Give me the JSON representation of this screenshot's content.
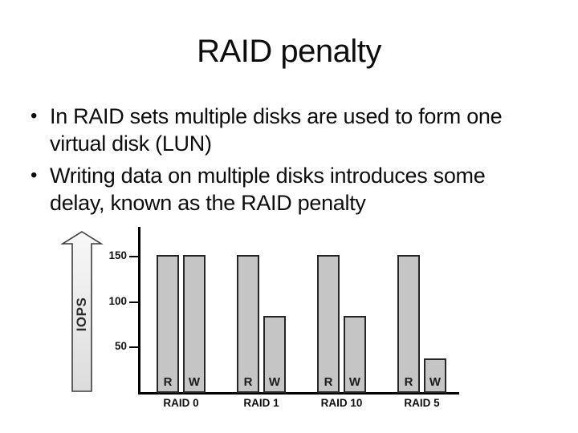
{
  "slide": {
    "title": "RAID penalty",
    "bullet_char": "•",
    "bullets": [
      {
        "line1": "In RAID sets multiple disks are used to form one",
        "line2": "virtual disk (LUN)"
      },
      {
        "line1": "Writing data on multiple disks introduces some",
        "line2": "delay, known as the RAID penalty"
      }
    ]
  },
  "chart_data": {
    "type": "bar",
    "title": "",
    "xlabel": "",
    "ylabel": "IOPS",
    "categories": [
      "RAID 0",
      "RAID 1",
      "RAID 10",
      "RAID 5"
    ],
    "series": [
      {
        "name": "R",
        "values": [
          152,
          152,
          152,
          152
        ]
      },
      {
        "name": "W",
        "values": [
          152,
          85,
          85,
          38
        ]
      }
    ],
    "yticks": [
      50,
      100,
      150
    ],
    "ylim": [
      0,
      183
    ],
    "grid": "off",
    "legend": "none",
    "bar_label_position": "inside-bottom",
    "colors": {
      "bar_fill": "#c5c5c5",
      "bar_border": "#262626",
      "axis": "#000000",
      "arrow_fill_top": "#f7f7f7",
      "arrow_fill_bottom": "#dcdcdc",
      "arrow_stroke": "#3d3d3d",
      "text": "#0d0d0d"
    }
  }
}
